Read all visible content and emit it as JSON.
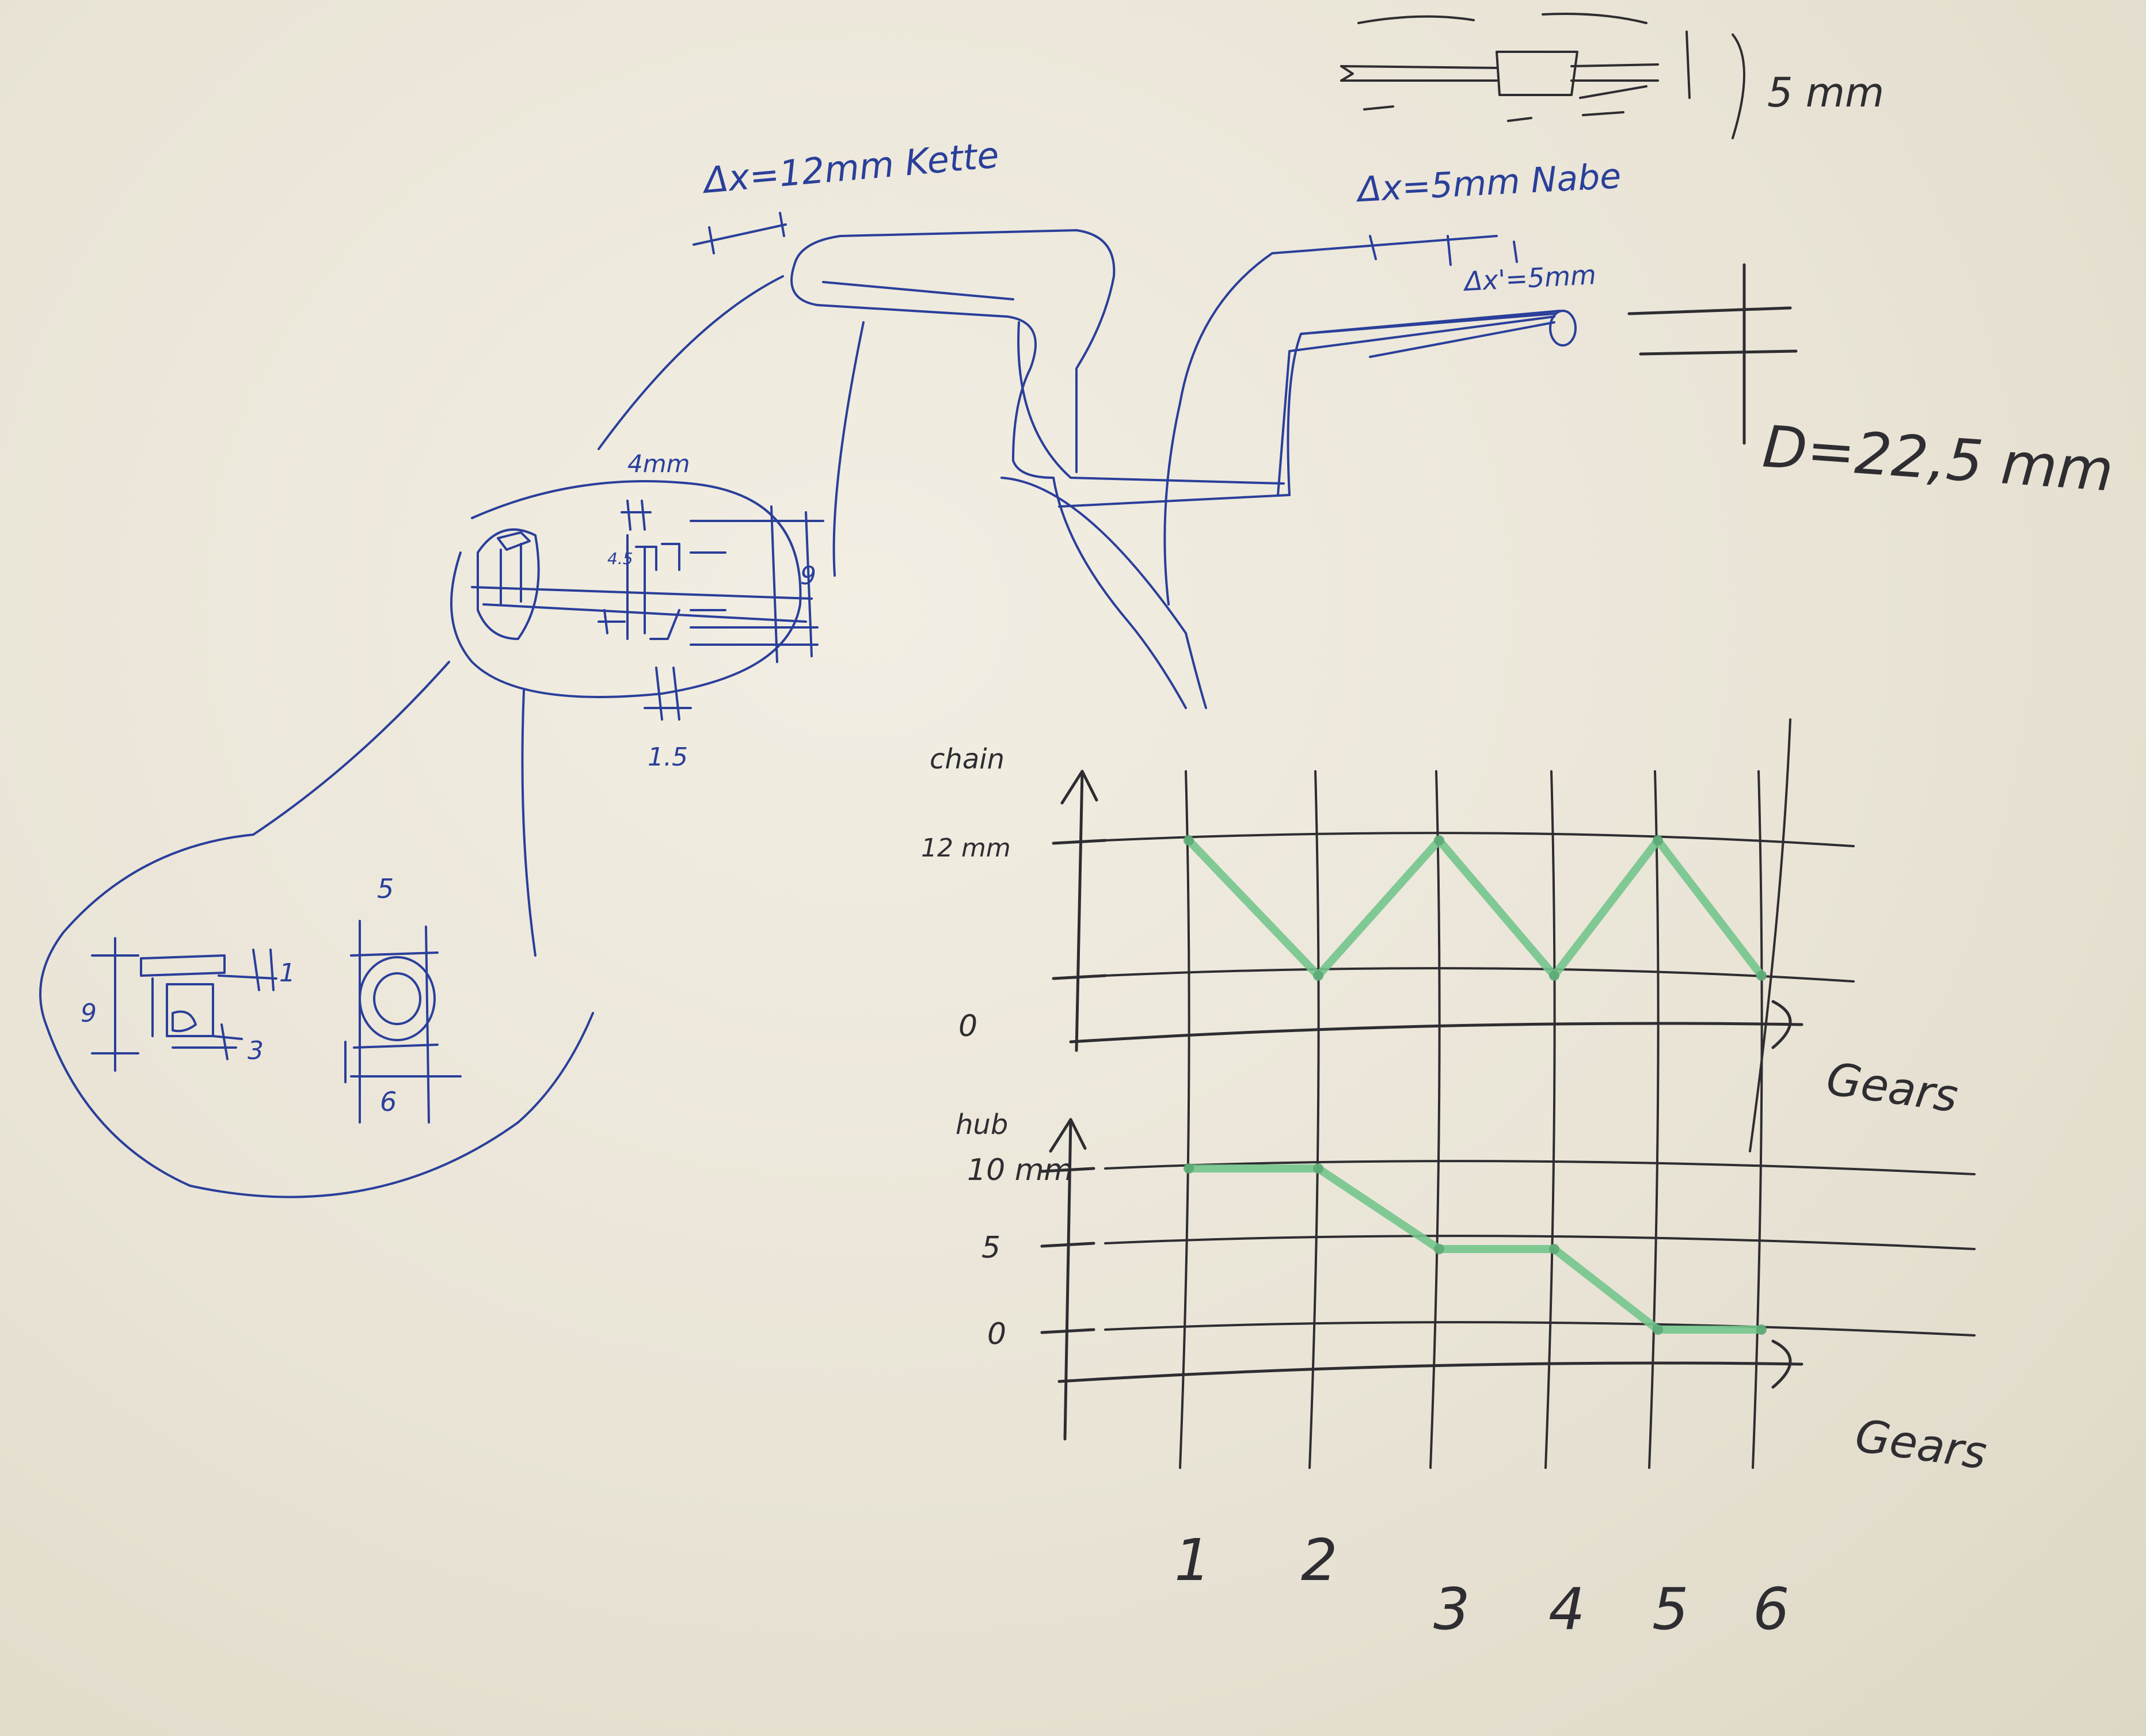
{
  "sketch": {
    "colors": {
      "ink_blue": "#2a3f9a",
      "ink_black": "#2e2d31",
      "marker_green": "#74c58d",
      "paper": "#ebe6d7"
    },
    "top_right_note": "5 mm",
    "chain_label": "Δx=12mm Kette",
    "hub_label": "Δx=5mm Nabe",
    "hub_sub_label": "Δx'=5mm",
    "diameter_label": "D=22,5 mm",
    "detail_top_label": "4mm",
    "detail_side_label": "9",
    "detail_small_label": "4.5",
    "detail_bottom_label": "1.5",
    "inset_labels": {
      "top_5": "5",
      "left_9": "9",
      "right_1": "1",
      "right_3": "3",
      "bottom_6": "6"
    }
  },
  "chart_data": [
    {
      "type": "line",
      "ylabel": "chain",
      "xlabel": "Gears",
      "y_tick_labels": [
        "12 mm",
        "0"
      ],
      "x": [
        1,
        2,
        3,
        4,
        5,
        6
      ],
      "values": [
        12,
        0,
        12,
        0,
        12,
        0
      ],
      "ylim": [
        0,
        12
      ]
    },
    {
      "type": "line",
      "ylabel": "hub",
      "xlabel": "Gears",
      "y_tick_labels": [
        "10 mm",
        "5",
        "0"
      ],
      "x": [
        1,
        2,
        3,
        4,
        5,
        6
      ],
      "values": [
        10,
        10,
        5,
        5,
        0,
        0
      ],
      "ylim": [
        0,
        10
      ]
    }
  ],
  "gear_labels": [
    "1",
    "2",
    "3",
    "4",
    "5",
    "6"
  ]
}
